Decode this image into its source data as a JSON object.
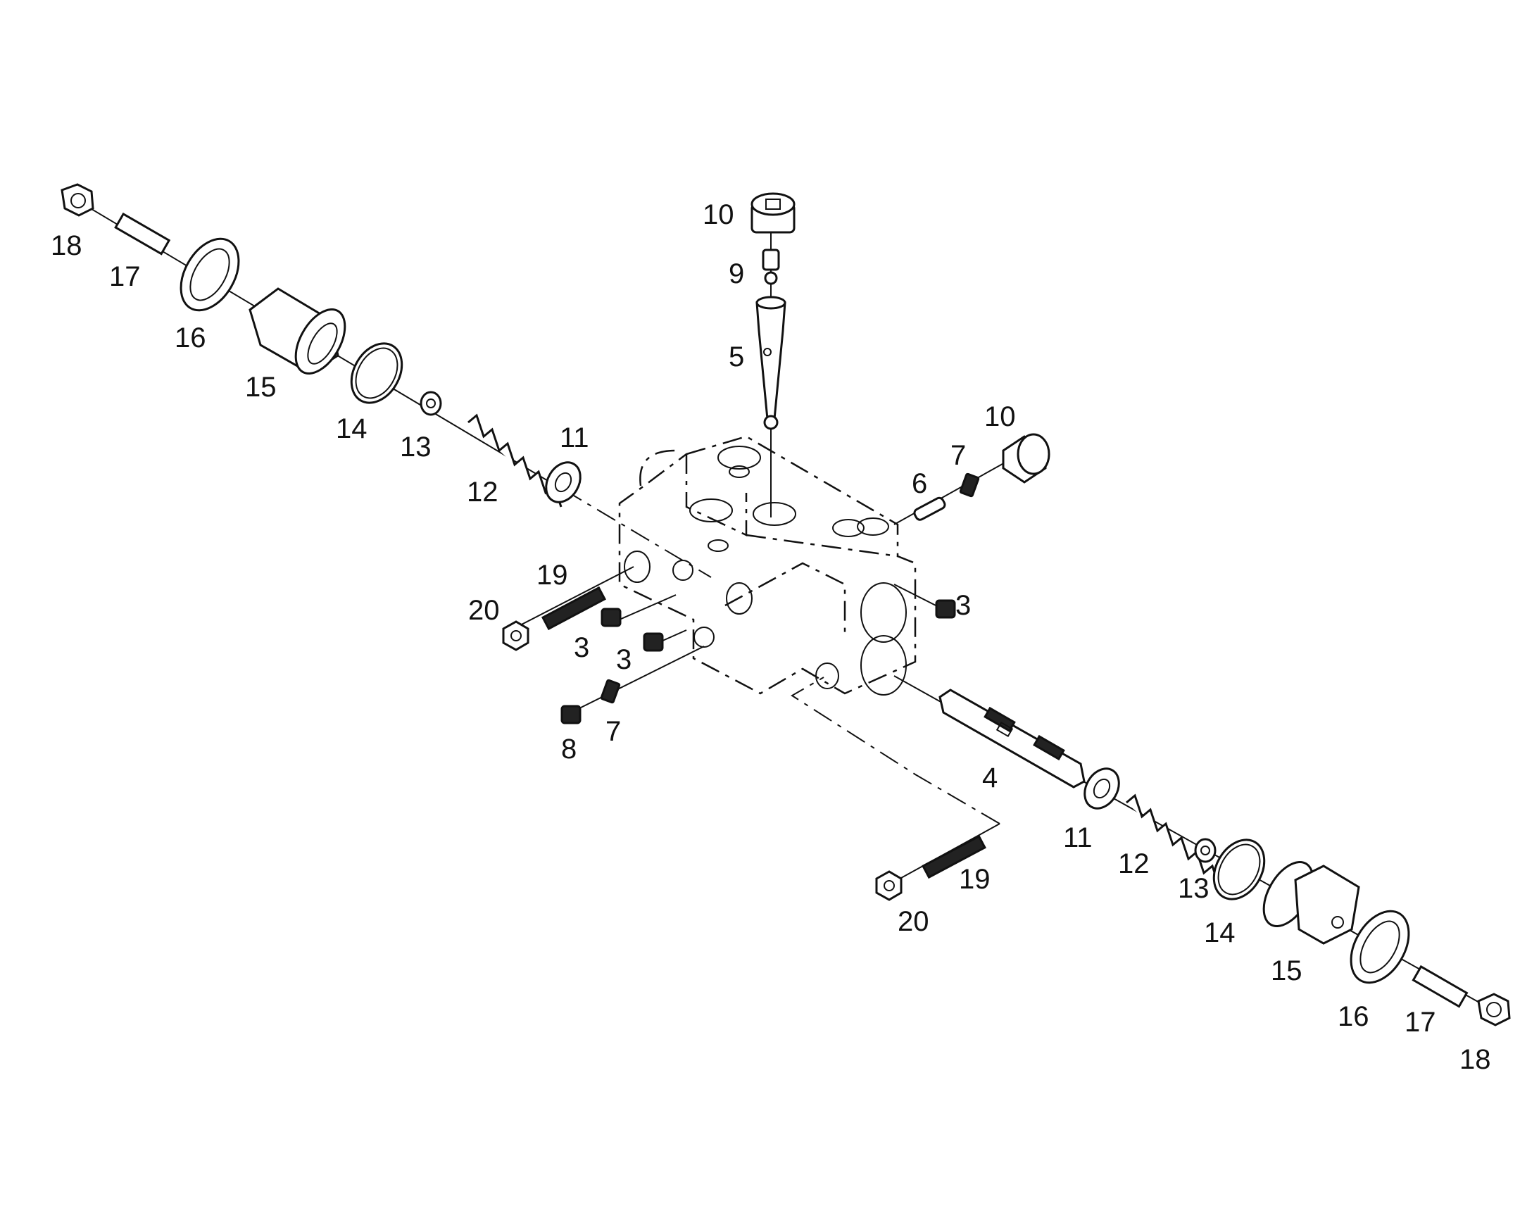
{
  "diagram": {
    "labels": {
      "l18a": "18",
      "l17a": "17",
      "l16a": "16",
      "l15a": "15",
      "l14a": "14",
      "l13a": "13",
      "l12a": "12",
      "l11a": "11",
      "l10a": "10",
      "l9": "9",
      "l5": "5",
      "l10b": "10",
      "l7a": "7",
      "l6": "6",
      "l19a": "19",
      "l20a": "20",
      "l3a": "3",
      "l3b": "3",
      "l3c": "3",
      "l7b": "7",
      "l8": "8",
      "l4": "4",
      "l11b": "11",
      "l12b": "12",
      "l13b": "13",
      "l14b": "14",
      "l15b": "15",
      "l16b": "16",
      "l17b": "17",
      "l18b": "18",
      "l19b": "19",
      "l20b": "20"
    }
  }
}
